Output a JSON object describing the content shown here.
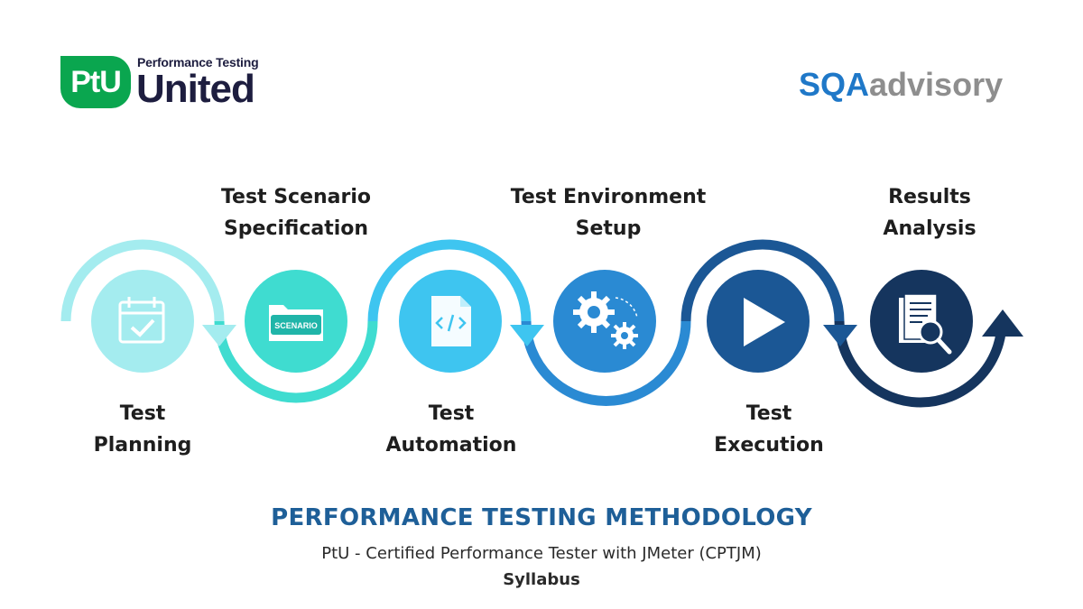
{
  "logos": {
    "ptu": {
      "badge": "PtU",
      "subtitle": "Performance Testing",
      "name": "United",
      "color": "#0aa64f"
    },
    "sqa": {
      "part1": "SQA",
      "part2": "advisory",
      "color1": "#1f78c8",
      "color2": "#8e8e8e"
    }
  },
  "steps": [
    {
      "line1": "Test",
      "line2": "Planning",
      "icon": "calendar-check-icon",
      "color": "#a4ecef"
    },
    {
      "line1": "Test Scenario",
      "line2": "Specification",
      "icon": "scenario-folder-icon",
      "color": "#3fdcd0",
      "badge": "SCENARIO"
    },
    {
      "line1": "Test",
      "line2": "Automation",
      "icon": "code-file-icon",
      "color": "#3ec5f0"
    },
    {
      "line1": "Test Environment",
      "line2": "Setup",
      "icon": "gears-icon",
      "color": "#2a8ad3"
    },
    {
      "line1": "Test",
      "line2": "Execution",
      "icon": "play-icon",
      "color": "#1b5795"
    },
    {
      "line1": "Results",
      "line2": "Analysis",
      "icon": "report-search-icon",
      "color": "#15355e"
    }
  ],
  "footer": {
    "title": "PERFORMANCE TESTING METHODOLOGY",
    "subtitle": "PtU - Certified Performance Tester with JMeter (CPTJM)",
    "note": "Syllabus"
  }
}
